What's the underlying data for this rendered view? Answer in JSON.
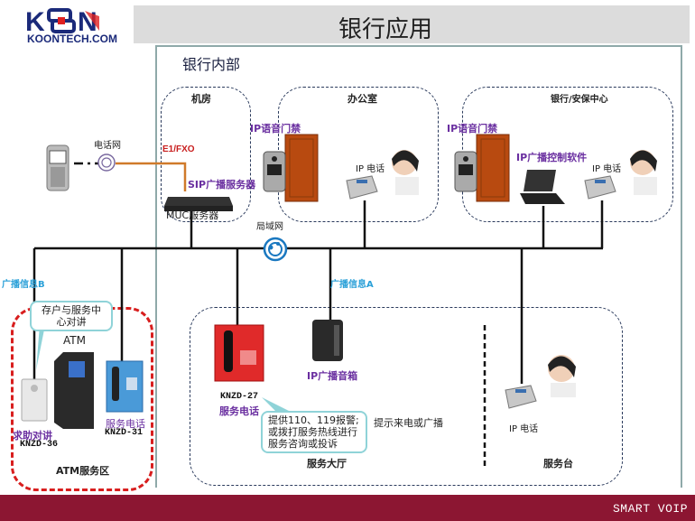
{
  "header": {
    "logo_text": "KOONTECH.COM",
    "title": "银行应用"
  },
  "diagram": {
    "section_title": "银行内部",
    "zones": {
      "machine_room": "机房",
      "office": "办公室",
      "security_center": "银行/安保中心",
      "atm_area": "ATM服务区",
      "service_hall": "服务大厅",
      "service_desk": "服务台"
    },
    "labels": {
      "phone_network": "电话网",
      "e1_fxo": "E1/FXO",
      "sip_server": "SIP广播服务器",
      "muc_server": "MUC服务器",
      "lan": "局域网",
      "ip_door_office": "IP语音门禁",
      "ip_phone_office": "IP 电话",
      "ip_door_security": "IP语音门禁",
      "ip_broadcast_software": "IP广播控制软件",
      "ip_phone_security": "IP 电话",
      "broadcast_b": "广播信息B",
      "broadcast_a": "广播信息A",
      "atm": "ATM",
      "help_intercom": "求助对讲",
      "knzd36": "KNZD-36",
      "service_phone_atm": "服务电话",
      "knzd31": "KNZD-31",
      "knzd27": "KNZD-27",
      "service_phone_hall": "服务电话",
      "ip_speaker": "IP广播音箱",
      "prompt": "提示来电或广播",
      "ip_phone_desk": "IP 电话"
    },
    "bubbles": {
      "atm_bubble": "存户与服务中心对讲",
      "hall_bubble": "提供110、119报警;或拨打服务热线进行服务咨询或投诉"
    },
    "colors": {
      "bus_line": "#111111",
      "pstn_line": "#d07a2a",
      "atm_zone": "#d81e1e",
      "brand": "#8c1632"
    }
  },
  "footer": {
    "text": "SMART VOIP"
  }
}
